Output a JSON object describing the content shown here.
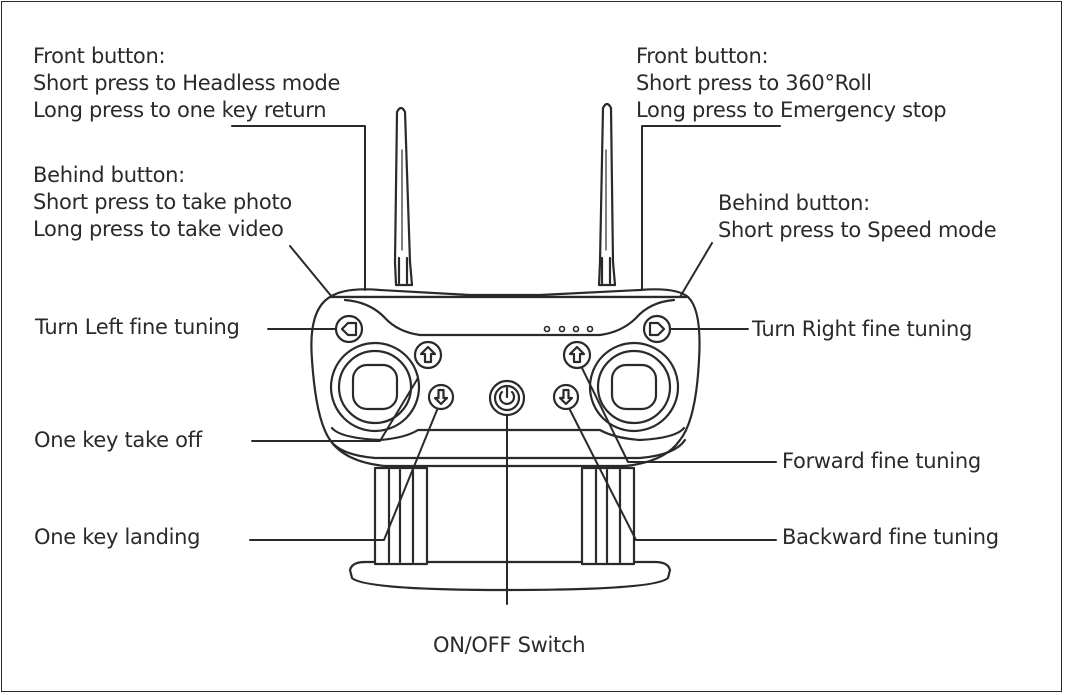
{
  "labels": {
    "front_left": {
      "title": "Front button:",
      "line1": "Short press to Headless mode",
      "line2": "Long press to one key return"
    },
    "behind_left": {
      "title": "Behind button:",
      "line1": "Short press to take photo",
      "line2": "Long press to take video"
    },
    "front_right": {
      "title": "Front button:",
      "line1": "Short press to 360°Roll",
      "line2": "Long press to Emergency stop"
    },
    "behind_right": {
      "title": "Behind button:",
      "line1": "Short press to Speed mode"
    },
    "turn_left": "Turn Left fine tuning",
    "turn_right": "Turn Right fine tuning",
    "take_off": "One key take off",
    "landing": "One key landing",
    "forward": "Forward fine tuning",
    "backward": "Backward fine tuning",
    "power": "ON/OFF Switch"
  },
  "colors": {
    "line": "#2a2a2a",
    "background": "#ffffff"
  }
}
